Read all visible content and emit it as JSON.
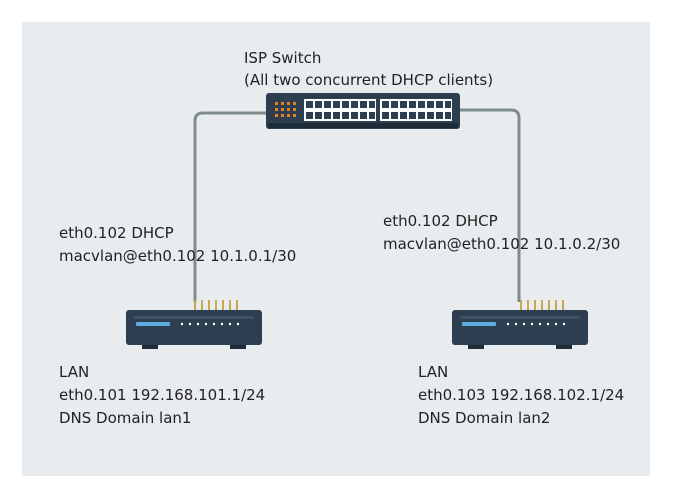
{
  "isp_switch": {
    "title": "ISP Switch",
    "subtitle": "(All two concurrent DHCP clients)"
  },
  "router_left": {
    "wan_line1": "eth0.102 DHCP",
    "wan_line2": "macvlan@eth0.102 10.1.0.1/30",
    "lan_line1": "LAN",
    "lan_line2": "eth0.101 192.168.101.1/24",
    "lan_line3": "DNS Domain lan1"
  },
  "router_right": {
    "wan_line1": "eth0.102 DHCP",
    "wan_line2": "macvlan@eth0.102 10.1.0.2/30",
    "lan_line1": "LAN",
    "lan_line2": "eth0.103 192.168.102.1/24",
    "lan_line3": "DNS Domain lan2"
  },
  "colors": {
    "background_panel": "#e8ecef",
    "device_body": "#2c3e50",
    "port_led": "#e67e22",
    "antenna": "#c9a84c",
    "cable": "#7f8c8d"
  }
}
